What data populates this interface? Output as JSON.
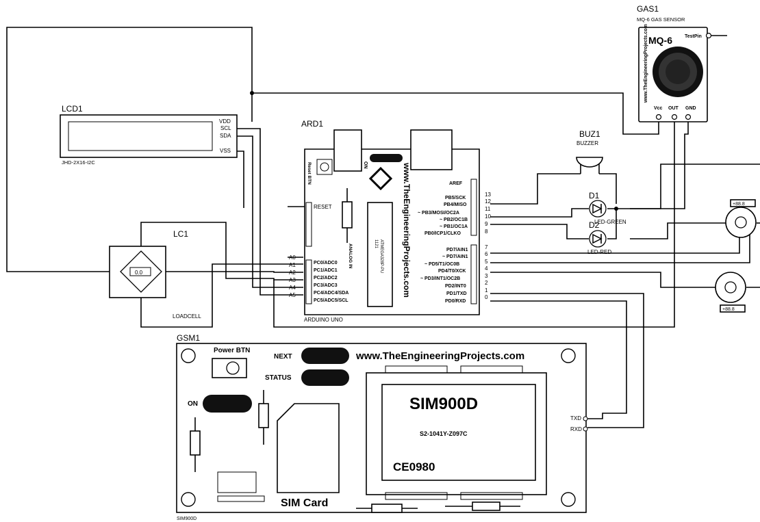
{
  "gas": {
    "ref": "GAS1",
    "desc": "MQ-6 GAS SENSOR",
    "model": "MQ-6",
    "testpin": "TestPin",
    "vertical": "www.TheEngineeringProjects.com",
    "pins": [
      "Vcc",
      "OUT",
      "GND"
    ]
  },
  "lcd": {
    "ref": "LCD1",
    "desc": "JHD-2X16-I2C",
    "pins": [
      "VDD",
      "SCL",
      "SDA",
      "VSS"
    ]
  },
  "ard": {
    "ref": "ARD1",
    "desc": "ARDUINO UNO",
    "reset_btn": "Reset BTN",
    "on": "ON",
    "reset": "RESET",
    "analog": "ANALOG IN",
    "url": "www.TheEngineeringProjects.com",
    "chip": "ATMEGA328P-PU",
    "chip_code": "1121",
    "a_labels": [
      "A0",
      "A1",
      "A2",
      "A3",
      "A4",
      "A5"
    ],
    "a_pins": [
      "PC0/ADC0",
      "PC1/ADC1",
      "PC2/ADC2",
      "PC3/ADC3",
      "PC4/ADC4/SDA",
      "PC5/ADC5/SCL"
    ],
    "d_top": [
      "AREF",
      "PB5/SCK",
      "PB4/MISO",
      "~ PB3/MOSI/OC2A",
      "~ PB2/OC1B",
      "~ PB1/OC1A",
      "PB0/ICP1/CLKO"
    ],
    "d_top_nums": [
      "13",
      "12",
      "11",
      "10",
      "9",
      "8"
    ],
    "d_bot": [
      "PD7/AIN1",
      "~ PD7/AIN1",
      "~ PD5/T1/OC0B",
      "PD4/T0/XCK",
      "~ PD3/INT1/OC2B",
      "PD2/INT0",
      "PD1/TXD",
      "PD0/RXD"
    ],
    "d_bot_nums": [
      "7",
      "6",
      "5",
      "4",
      "3",
      "2",
      "1",
      "0"
    ]
  },
  "buz": {
    "ref": "BUZ1",
    "desc": "BUZZER"
  },
  "d1": {
    "ref": "D1",
    "desc": "LED-GREEN"
  },
  "d2": {
    "ref": "D2",
    "desc": "LED-RED"
  },
  "lc": {
    "ref": "LC1",
    "desc": "LOADCELL",
    "value": "0.0"
  },
  "motor1": {
    "value": "+88.8"
  },
  "motor2": {
    "value": "+88.8"
  },
  "gsm": {
    "ref": "GSM1",
    "desc": "SIM900D",
    "power": "Power BTN",
    "next": "NEXT",
    "status": "STATUS",
    "on": "ON",
    "url": "www.TheEngineeringProjects.com",
    "chip": "SIM900D",
    "code": "S2-1041Y-Z097C",
    "ce": "CE0980",
    "sim": "SIM Card",
    "txd": "TXD",
    "rxd": "RXD"
  }
}
